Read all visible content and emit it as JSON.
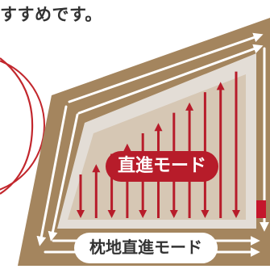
{
  "heading": {
    "text": "すすめです。"
  },
  "field": {
    "inner_mode": {
      "label": "直進モード"
    },
    "outer_mode": {
      "label": "枕地直進モード"
    },
    "upward_row_count": 6,
    "downward_row_count": 5
  },
  "colors": {
    "field_border": "#a4855e",
    "field_inner": "#e3ddd6",
    "path_arrow": "#b71c2a",
    "headland_arrow": "#ffffff",
    "heading_text": "#333333",
    "circle_outline": "#c2272d"
  }
}
